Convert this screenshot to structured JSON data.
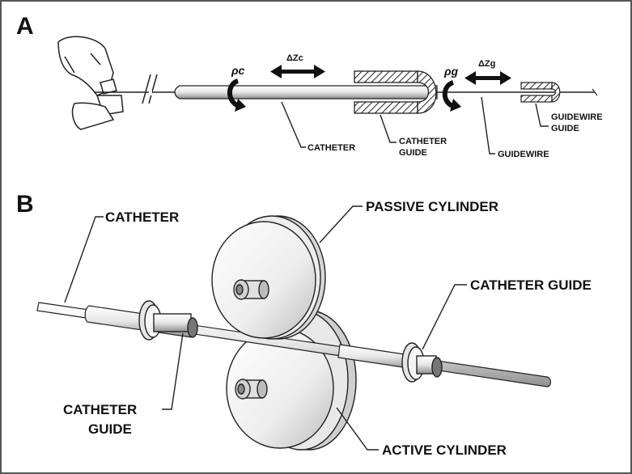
{
  "panelA": {
    "letter": "A",
    "symbols": {
      "rho_c": "ρc",
      "delta_zc": "ΔZc",
      "rho_g": "ρg",
      "delta_zg": "ΔZg"
    },
    "labels": {
      "catheter": "CATHETER",
      "catheter_guide_1": "CATHETER",
      "catheter_guide_2": "GUIDE",
      "guidewire": "GUIDEWIRE",
      "guidewire_guide_1": "GUIDEWIRE",
      "guidewire_guide_2": "GUIDE"
    }
  },
  "panelB": {
    "letter": "B",
    "labels": {
      "catheter": "CATHETER",
      "passive_cylinder": "PASSIVE CYLINDER",
      "catheter_guide_right": "CATHETER GUIDE",
      "catheter_guide_left_1": "CATHETER",
      "catheter_guide_left_2": "GUIDE",
      "active_cylinder": "ACTIVE CYLINDER"
    }
  },
  "colors": {
    "frame": "#555555",
    "ink": "#111111",
    "fill_light": "#f2f2f2",
    "fill_mid": "#dcdcdc",
    "fill_dark": "#8a8a8a"
  }
}
